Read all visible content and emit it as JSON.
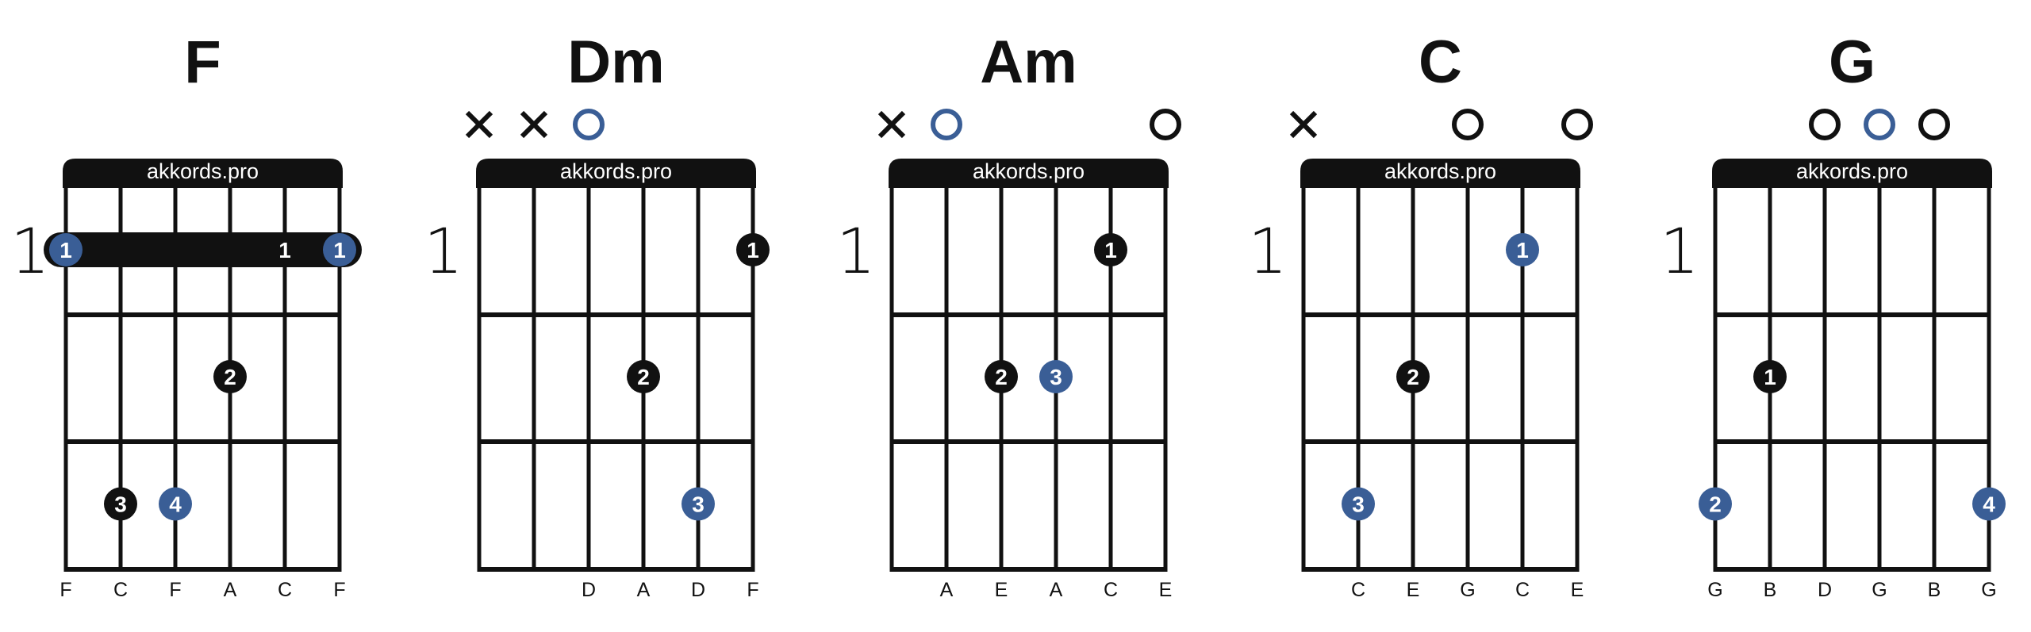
{
  "colors": {
    "ink": "#111111",
    "accent": "#3a5e96",
    "background": "#ffffff"
  },
  "chords": [
    {
      "name": "F",
      "brand": "akkords.pro",
      "start_fret": "1",
      "string_markers": [
        "",
        "",
        "",
        "",
        "",
        ""
      ],
      "barre": {
        "fret": 1,
        "from_string": 0,
        "to_string": 5,
        "label": "1"
      },
      "dots": [
        {
          "string": 0,
          "fret": 1,
          "finger": "1",
          "root": true
        },
        {
          "string": 5,
          "fret": 1,
          "finger": "1",
          "root": true
        },
        {
          "string": 3,
          "fret": 2,
          "finger": "2",
          "root": false
        },
        {
          "string": 1,
          "fret": 3,
          "finger": "3",
          "root": false
        },
        {
          "string": 2,
          "fret": 3,
          "finger": "4",
          "root": true
        }
      ],
      "notes": [
        "F",
        "C",
        "F",
        "A",
        "C",
        "F"
      ]
    },
    {
      "name": "Dm",
      "brand": "akkords.pro",
      "start_fret": "1",
      "string_markers": [
        "x",
        "x",
        "open-root",
        "",
        "",
        ""
      ],
      "barre": null,
      "dots": [
        {
          "string": 5,
          "fret": 1,
          "finger": "1",
          "root": false
        },
        {
          "string": 3,
          "fret": 2,
          "finger": "2",
          "root": false
        },
        {
          "string": 4,
          "fret": 3,
          "finger": "3",
          "root": true
        }
      ],
      "notes": [
        "",
        "",
        "D",
        "A",
        "D",
        "F"
      ]
    },
    {
      "name": "Am",
      "brand": "akkords.pro",
      "start_fret": "1",
      "string_markers": [
        "x",
        "open-root",
        "",
        "",
        "",
        "open"
      ],
      "barre": null,
      "dots": [
        {
          "string": 4,
          "fret": 1,
          "finger": "1",
          "root": false
        },
        {
          "string": 2,
          "fret": 2,
          "finger": "2",
          "root": false
        },
        {
          "string": 3,
          "fret": 2,
          "finger": "3",
          "root": true
        }
      ],
      "notes": [
        "",
        "A",
        "E",
        "A",
        "C",
        "E"
      ]
    },
    {
      "name": "C",
      "brand": "akkords.pro",
      "start_fret": "1",
      "string_markers": [
        "x",
        "",
        "",
        "open",
        "",
        "open"
      ],
      "barre": null,
      "dots": [
        {
          "string": 4,
          "fret": 1,
          "finger": "1",
          "root": true
        },
        {
          "string": 2,
          "fret": 2,
          "finger": "2",
          "root": false
        },
        {
          "string": 1,
          "fret": 3,
          "finger": "3",
          "root": true
        }
      ],
      "notes": [
        "",
        "C",
        "E",
        "G",
        "C",
        "E"
      ]
    },
    {
      "name": "G",
      "brand": "akkords.pro",
      "start_fret": "1",
      "string_markers": [
        "",
        "",
        "open",
        "open-root",
        "open",
        ""
      ],
      "barre": null,
      "dots": [
        {
          "string": 1,
          "fret": 2,
          "finger": "1",
          "root": false
        },
        {
          "string": 0,
          "fret": 3,
          "finger": "2",
          "root": true
        },
        {
          "string": 5,
          "fret": 3,
          "finger": "4",
          "root": true
        }
      ],
      "notes": [
        "G",
        "B",
        "D",
        "G",
        "B",
        "G"
      ]
    }
  ]
}
